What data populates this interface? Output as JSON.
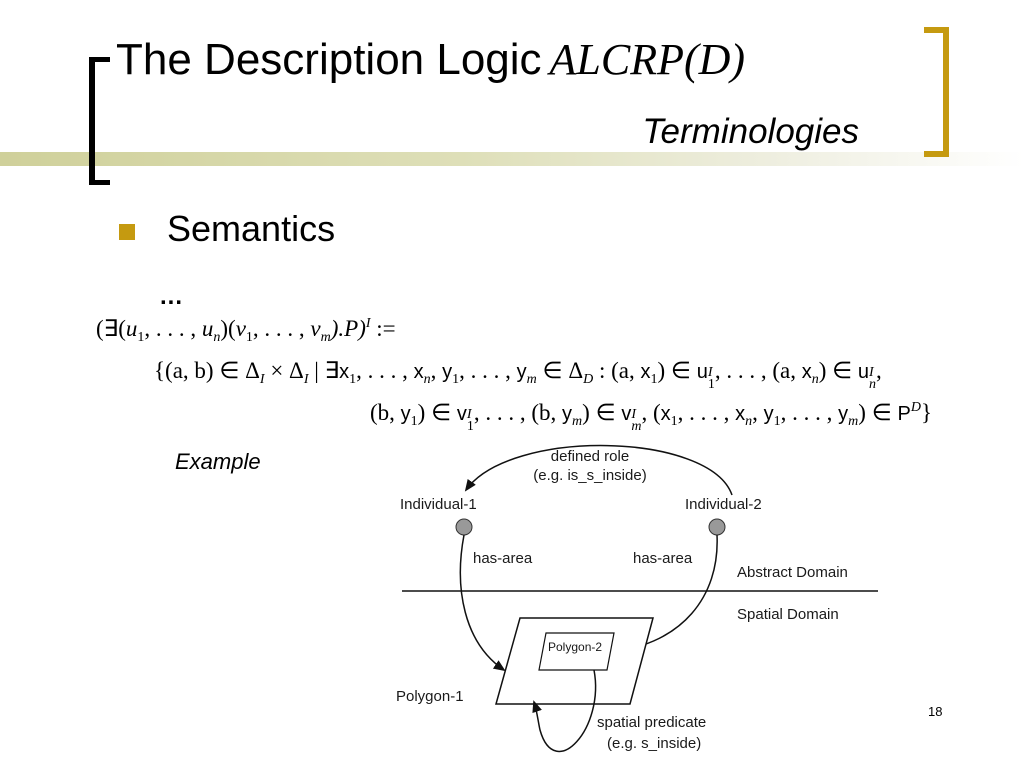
{
  "title": {
    "main": "The Description Logic",
    "logic_name": "ALCRP(D)"
  },
  "subtitle": "Terminologies",
  "bullet": {
    "label": "Semantics",
    "ellipsis": "..."
  },
  "formula": {
    "lhs_open": "(∃(",
    "u1": "u",
    "u_dots": ", . . . , ",
    "un": "u",
    "v_open": ")(",
    "v1": "v",
    "vm": "v",
    "concept": ").P)",
    "interp": "I",
    "defines": " :=",
    "set_open": "{(a, b) ∈ Δ",
    "times": " × Δ",
    "bar": " | ∃",
    "xs": "x",
    "ys": "y",
    "in_delta": " ∈ Δ",
    "concrete_domain": "D",
    "colon": " : (a, ",
    "pair_b": "(b, ",
    "role_u": "u",
    "role_v": "v",
    "pred_p": "P",
    "set_close": "}"
  },
  "example_label": "Example",
  "diagram": {
    "defined_role": "defined role",
    "defined_role_example": "(e.g. is_s_inside)",
    "individual_1": "Individual-1",
    "individual_2": "Individual-2",
    "has_area_left": "has-area",
    "has_area_right": "has-area",
    "abstract_domain": "Abstract Domain",
    "spatial_domain": "Spatial Domain",
    "polygon_2": "Polygon-2",
    "polygon_1": "Polygon-1",
    "spatial_predicate": "spatial predicate",
    "spatial_predicate_example": "(e.g. s_inside)"
  },
  "page_number": "18",
  "colors": {
    "accent": "#c59a10",
    "band": "#cfd09a",
    "node": "#999999"
  }
}
